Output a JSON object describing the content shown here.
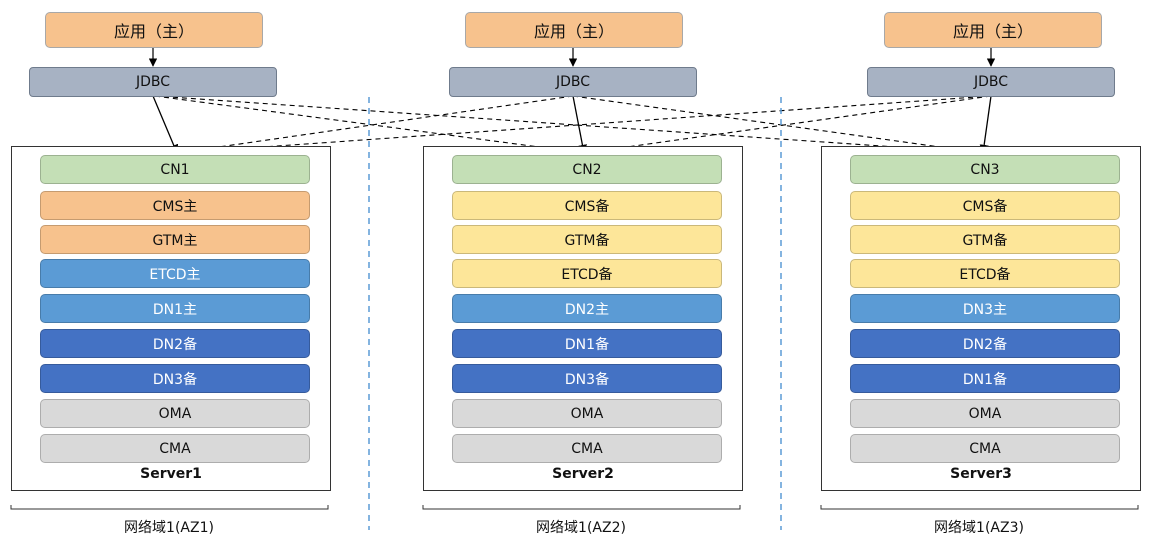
{
  "servers": [
    {
      "app_label": "应用（主）",
      "jdbc_label": "JDBC",
      "server_label": "Server1",
      "az_label": "网络域1(AZ1)",
      "components": [
        {
          "label": "CN1",
          "color": "green"
        },
        {
          "label": "CMS主",
          "color": "orange"
        },
        {
          "label": "GTM主",
          "color": "orange"
        },
        {
          "label": "ETCD主",
          "color": "light-blue"
        },
        {
          "label": "DN1主",
          "color": "light-blue"
        },
        {
          "label": "DN2备",
          "color": "dark-blue"
        },
        {
          "label": "DN3备",
          "color": "dark-blue"
        },
        {
          "label": "OMA",
          "color": "gray"
        },
        {
          "label": "CMA",
          "color": "gray"
        }
      ]
    },
    {
      "app_label": "应用（主）",
      "jdbc_label": "JDBC",
      "server_label": "Server2",
      "az_label": "网络域1(AZ2)",
      "components": [
        {
          "label": "CN2",
          "color": "green"
        },
        {
          "label": "CMS备",
          "color": "yellow"
        },
        {
          "label": "GTM备",
          "color": "yellow"
        },
        {
          "label": "ETCD备",
          "color": "yellow"
        },
        {
          "label": "DN2主",
          "color": "light-blue"
        },
        {
          "label": "DN1备",
          "color": "dark-blue"
        },
        {
          "label": "DN3备",
          "color": "dark-blue"
        },
        {
          "label": "OMA",
          "color": "gray"
        },
        {
          "label": "CMA",
          "color": "gray"
        }
      ]
    },
    {
      "app_label": "应用（主）",
      "jdbc_label": "JDBC",
      "server_label": "Server3",
      "az_label": "网络域1(AZ3)",
      "components": [
        {
          "label": "CN3",
          "color": "green"
        },
        {
          "label": "CMS备",
          "color": "yellow"
        },
        {
          "label": "GTM备",
          "color": "yellow"
        },
        {
          "label": "ETCD备",
          "color": "yellow"
        },
        {
          "label": "DN3主",
          "color": "light-blue"
        },
        {
          "label": "DN2备",
          "color": "dark-blue"
        },
        {
          "label": "DN1备",
          "color": "dark-blue"
        },
        {
          "label": "OMA",
          "color": "gray"
        },
        {
          "label": "CMA",
          "color": "gray"
        }
      ]
    }
  ],
  "colors": {
    "app": "#f7c28d",
    "jdbc": "#a7b2c3",
    "green": "#c4dfb6",
    "orange": "#f7c28d",
    "yellow": "#fde699",
    "light_blue": "#5b9bd5",
    "dark_blue": "#4472c4",
    "gray": "#d9d9d9",
    "az_divider": "#5b9bd5"
  }
}
